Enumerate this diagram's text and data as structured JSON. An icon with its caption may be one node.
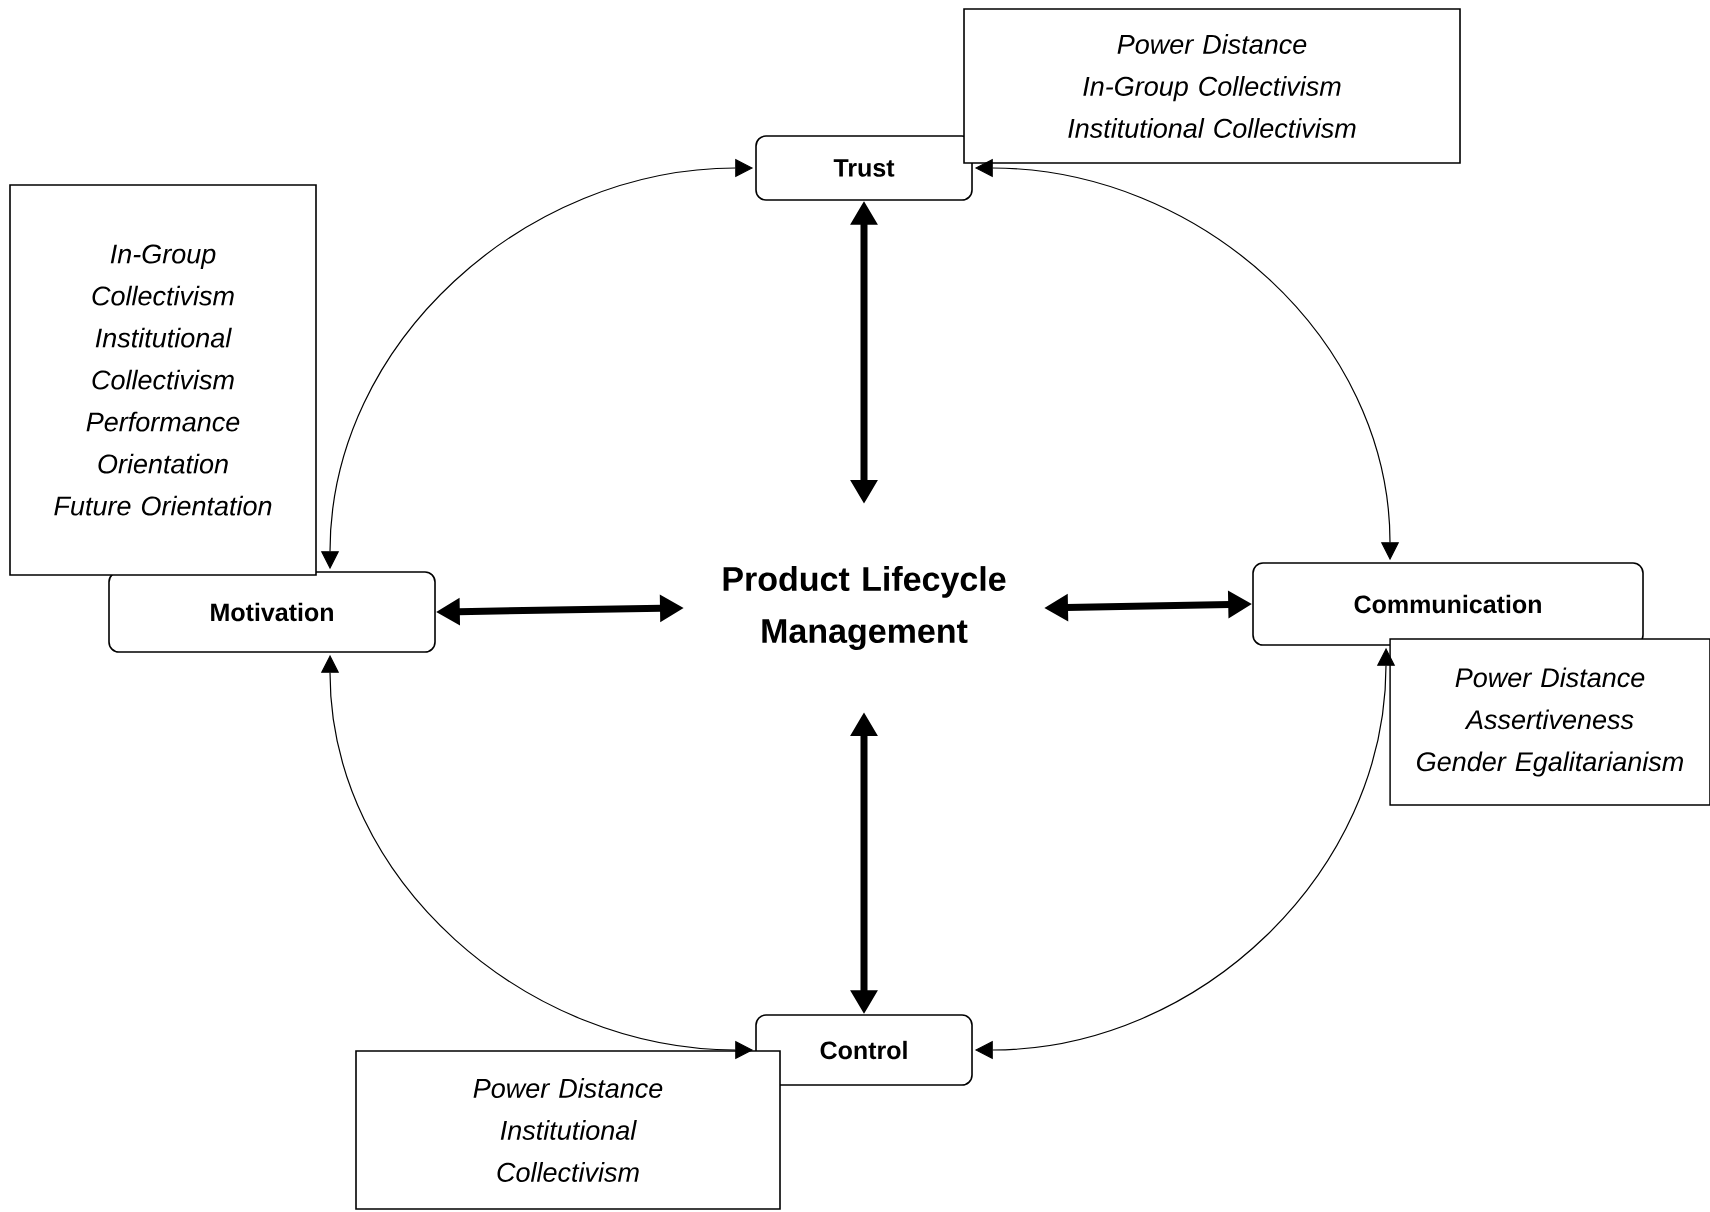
{
  "diagram": {
    "nodes": [
      {
        "text": [
          "Power Distance",
          "In-Group Collectivism",
          "Institutional Collectivism"
        ]
      },
      {
        "text": [
          "Trust"
        ]
      },
      {
        "text": [
          "In-Group Collectivism",
          "Institutional Collectivism",
          "Performance Orientation",
          "Future Orientation"
        ]
      },
      {
        "text": [
          "Motivation"
        ]
      },
      {
        "text": [
          "Product Lifecycle Management"
        ]
      },
      {
        "text": [
          "Communication"
        ]
      },
      {
        "text": [
          "Power Distance",
          "Assertiveness",
          "Gender Egalitarianism"
        ]
      },
      {
        "text": [
          "Control"
        ]
      },
      {
        "text": [
          "Power Distance",
          "Institutional Collectivism"
        ]
      }
    ],
    "edges": [
      {
        "from": 4,
        "to": 1,
        "arrow": "both",
        "style": "thick"
      },
      {
        "from": 4,
        "to": 3,
        "arrow": "both",
        "style": "thick"
      },
      {
        "from": 4,
        "to": 5,
        "arrow": "both",
        "style": "thick"
      },
      {
        "from": 4,
        "to": 7,
        "arrow": "both",
        "style": "thick"
      },
      {
        "from": 1,
        "to": 3,
        "arrow": "both"
      },
      {
        "from": 1,
        "to": 5,
        "arrow": "both"
      },
      {
        "from": 5,
        "to": 7,
        "arrow": "both"
      },
      {
        "from": 3,
        "to": 7,
        "arrow": "both"
      }
    ]
  }
}
